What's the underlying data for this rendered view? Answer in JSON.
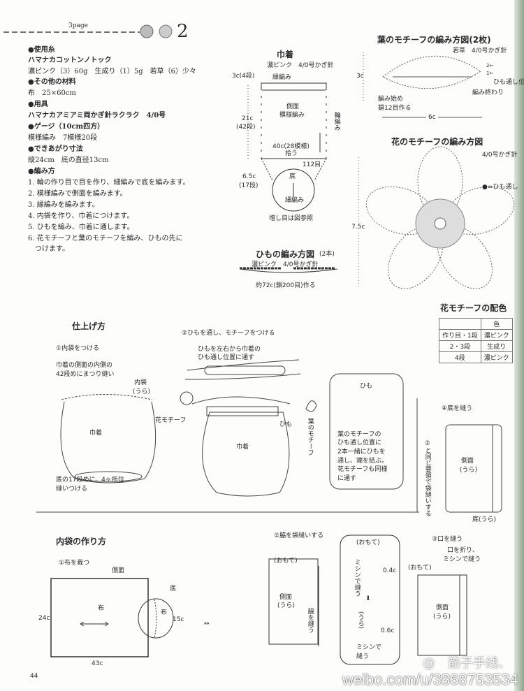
{
  "header": {
    "page_label": "3page",
    "number": "2"
  },
  "materials": {
    "yarn_heading": "●使用糸",
    "yarn_name": "ハマナカコットンノトック",
    "yarn_colors": "濃ピンク（3）60g　生成り（1）5g　若草（6）少々",
    "other_heading": "●その他の材料",
    "other_value": "布　25×60cm",
    "tools_heading": "●用具",
    "tools_value": "ハマナカアミアミ両かぎ針ラクラク　4/0号",
    "gauge_heading": "●ゲージ（10cm四方）",
    "gauge_value": "模様編み　7模様20段",
    "size_heading": "●できあがり寸法",
    "size_value": "縦24cm　底の直径13cm",
    "method_heading": "●編み方",
    "steps": [
      "1. 輪の作り目で目を作り、細編みで底を編みます。",
      "2. 模様編みで側面を編みます。",
      "3. 縁編みを編みます。",
      "4. 内袋を作り、巾着につけます。",
      "5. ひもを編み、巾着に通します。",
      "6. 花モチーフと葉のモチーフを編み、ひもの先に",
      "　つけます。"
    ]
  },
  "kinchaku": {
    "title": "巾着",
    "yarn": "濃ピンク　4/0号かぎ針",
    "edge_height": "3c(4段)",
    "edge_label": "縁編み",
    "side_label": "側面",
    "side_pattern": "模様編み",
    "round_label": "輪編み",
    "side_height": "21c",
    "side_rows": "(42段)",
    "pickup": "40c(28模様)",
    "pickup_verb": "拾う",
    "stitches": "112目",
    "bottom_height": "6.5c",
    "bottom_rows": "(17段)",
    "bottom_label": "底",
    "bottom_stitch": "細編み",
    "increase_note": "増し目は図参照"
  },
  "cord": {
    "title": "ひもの編み方図",
    "count": "(2本)",
    "yarn": "濃ピンク　4/0号かぎ針",
    "note": "約72c(鎖200目)作る"
  },
  "leaf": {
    "title": "葉のモチーフの編み方図(2枚)",
    "yarn": "若草　4/0号かぎ針",
    "height": "3c",
    "width": "6c",
    "row2": "2←",
    "row1": "1←",
    "cord_hole": "ひも通し位置",
    "start": "編み始め",
    "start_chain": "鎖12目作る",
    "end": "編み終わり"
  },
  "flower": {
    "title": "花のモチーフの編み方図",
    "yarn": "4/0号かぎ針",
    "cord_hole": "●=ひも通し",
    "size": "7.5c"
  },
  "color_table": {
    "title": "花モチーフの配色",
    "header": [
      "",
      "色"
    ],
    "rows": [
      [
        "作り目・1段",
        "濃ピンク"
      ],
      [
        "2・3段",
        "生成り"
      ],
      [
        "4段",
        "濃ピンク"
      ]
    ]
  },
  "finishing": {
    "title": "仕上げ方",
    "step1": "①内袋をつける",
    "step1_note1": "巾着の側面の内側の",
    "step1_note2": "42段めにまつり縫い",
    "inner_bag": "内袋",
    "ura": "(うら)",
    "kinchaku": "巾着",
    "step1_bottom1": "底の17段めに、4ヶ所位",
    "step1_bottom2": "縫いつける",
    "step2": "②ひもを通し、モチーフをつける",
    "step2_note1": "ひもを左右から巾着の",
    "step2_note2": "ひも通し位置に通す",
    "flower_motif": "花モチーフ",
    "cord": "ひも",
    "leaf_motif": "葉のモチーフ",
    "callout_cord": "ひも",
    "callout": [
      "葉のモチーフの",
      "ひも通し位置に",
      "2本一緒にひもを",
      "通し、端を結ぶ。",
      "花モチーフも同様",
      "に通す"
    ],
    "step4": "④底を縫う",
    "step4_note": "②と同じ要領で袋縫いする",
    "side_ura1": "側面",
    "side_ura2": "(うら)",
    "bottom_ura": "底(うら)"
  },
  "inner_bag": {
    "title": "内袋の作り方",
    "step1": "①布を裁つ",
    "side": "側面",
    "cloth": "布",
    "height": "24c",
    "width": "43c",
    "bottom": "底",
    "diameter": "15c",
    "step2": "②脇を袋縫いする",
    "omote": "(おもて)",
    "side_ura1": "側面",
    "side_ura2": "(うら)",
    "sew_side": "脇を縫う",
    "machine_sew": "ミシンで縫う",
    "seam1": "0.4c",
    "ura": "(うら)",
    "seam2": "0.6c",
    "machine_sew2": "ミシンで",
    "sew2": "縫う",
    "step3": "③口を縫う",
    "fold_note1": "口を折り、",
    "fold_note2": "ミシンで縫う"
  },
  "page_number": "44",
  "watermark": {
    "handle": "@　筋子手线、",
    "url": "weibo.com/u/3868753534"
  }
}
